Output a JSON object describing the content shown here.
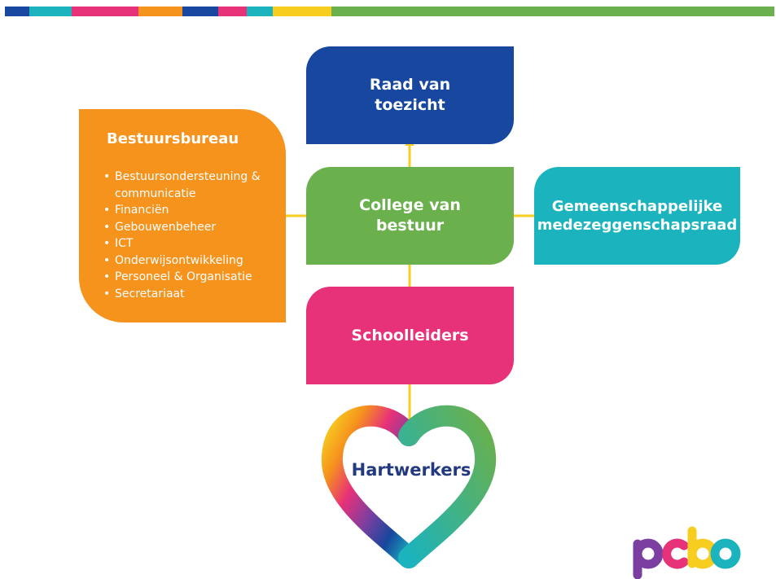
{
  "colors": {
    "dark_blue": "#17479e",
    "teal": "#1bb3bd",
    "pink": "#e73178",
    "orange": "#f5931d",
    "green": "#6ab04c",
    "yellow": "#f7cd1f",
    "heart_text": "#233a81",
    "logo_purple": "#7a3fa0"
  },
  "header_stripe": [
    {
      "color": "#17479e",
      "weight": 30
    },
    {
      "color": "#1bb3bd",
      "weight": 52
    },
    {
      "color": "#e73178",
      "weight": 82
    },
    {
      "color": "#f5931d",
      "weight": 54
    },
    {
      "color": "#17479e",
      "weight": 44
    },
    {
      "color": "#e73178",
      "weight": 35
    },
    {
      "color": "#1bb3bd",
      "weight": 32
    },
    {
      "color": "#f7cd1f",
      "weight": 72
    },
    {
      "color": "#6ab04c",
      "weight": 544
    }
  ],
  "nodes": {
    "raad": {
      "line1": "Raad van",
      "line2": "toezicht"
    },
    "college": {
      "line1": "College van",
      "line2": "bestuur"
    },
    "gmr": {
      "line1": "Gemeenschappelijke",
      "line2": "medezeggenschapsraad"
    },
    "schoolleiders": {
      "label": "Schoolleiders"
    },
    "bestuursbureau": {
      "title": "Bestuursbureau",
      "items": [
        "Bestuursondersteuning & communicatie",
        "Financiën",
        "Gebouwenbeheer",
        "ICT",
        "Onderwijsontwikkeling",
        "Personeel & Organisatie",
        "Secretariaat"
      ]
    },
    "hartwerkers": {
      "label": "Hartwerkers",
      "icon": "heart-icon"
    }
  },
  "logo": {
    "text": "pcbo",
    "icon": "pcbo-logo"
  }
}
